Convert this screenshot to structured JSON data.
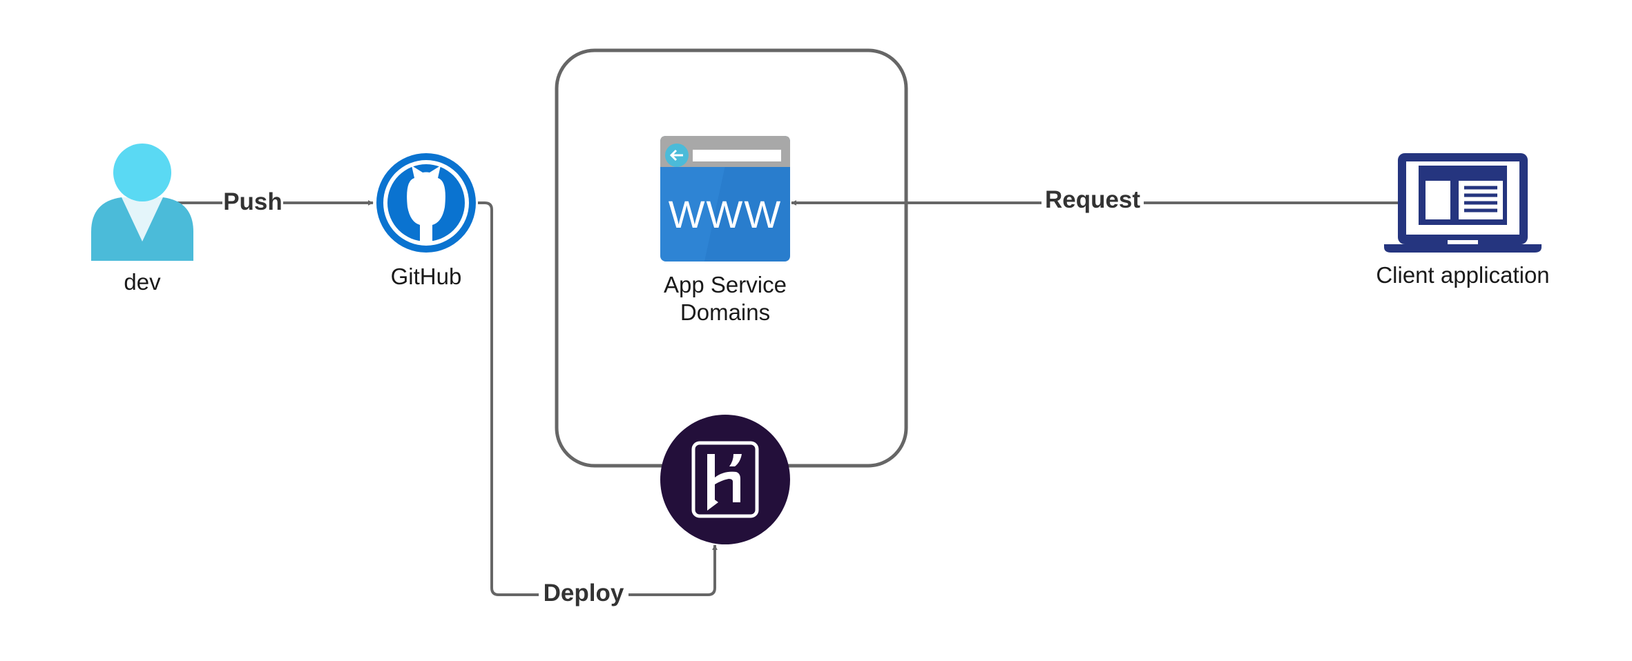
{
  "nodes": {
    "dev": {
      "label": "dev",
      "icon": "user-icon"
    },
    "github": {
      "label": "GitHub",
      "icon": "github-icon"
    },
    "domains": {
      "label_line1": "App Service",
      "label_line2": "Domains",
      "icon": "www-browser-icon",
      "www_text": "WWW"
    },
    "heroku": {
      "icon": "heroku-icon"
    },
    "client": {
      "label": "Client application",
      "icon": "laptop-icon"
    }
  },
  "edges": {
    "push": "Push",
    "deploy": "Deploy",
    "request": "Request"
  },
  "colors": {
    "line": "#666666",
    "user_head": "#5ad9f3",
    "user_body": "#4bbbd9",
    "github": "#0a73d0",
    "www_top": "#a8a8a8",
    "www_body": "#2e84d4",
    "heroku": "#230f3a",
    "laptop": "#25357f"
  }
}
